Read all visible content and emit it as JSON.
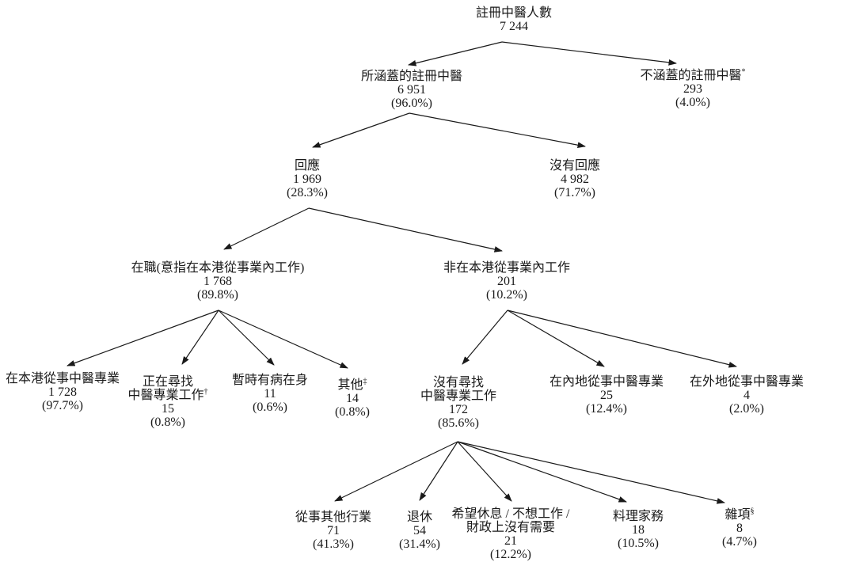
{
  "figure": {
    "background_color": "#ffffff",
    "text_color": "#1a1a1a",
    "line_color": "#1a1a1a"
  },
  "nodes": {
    "root": {
      "label": "註冊中醫人數",
      "value": "7 244"
    },
    "covered": {
      "label": "所涵蓋的註冊中醫",
      "value": "6 951",
      "percent": "(96.0%)"
    },
    "not_covered": {
      "label": "不涵蓋的註冊中醫",
      "marker": "*",
      "value": "293",
      "percent": "(4.0%)"
    },
    "responded": {
      "label": "回應",
      "value": "1 969",
      "percent": "(28.3%)"
    },
    "no_response": {
      "label": "沒有回應",
      "value": "4 982",
      "percent": "(71.7%)"
    },
    "working": {
      "label": "在職(意指在本港從事業內工作)",
      "value": "1 768",
      "percent": "(89.8%)"
    },
    "not_working_in_hk": {
      "label": "非在本港從事業內工作",
      "value": "201",
      "percent": "(10.2%)"
    },
    "practising_in_hk": {
      "label": "在本港從事中醫專業",
      "value": "1 728",
      "percent": "(97.7%)"
    },
    "seeking_work": {
      "label": "正在尋找",
      "label2": "中醫專業工作",
      "marker": "†",
      "value": "15",
      "percent": "(0.8%)"
    },
    "temporarily_ill": {
      "label": "暫時有病在身",
      "value": "11",
      "percent": "(0.6%)"
    },
    "others": {
      "label": "其他",
      "marker": "‡",
      "value": "14",
      "percent": "(0.8%)"
    },
    "not_seeking_work": {
      "label": "沒有尋找",
      "label2": "中醫專業工作",
      "value": "172",
      "percent": "(85.6%)"
    },
    "practising_mainland": {
      "label": "在內地從事中醫專業",
      "value": "25",
      "percent": "(12.4%)"
    },
    "practising_overseas": {
      "label": "在外地從事中醫專業",
      "value": "4",
      "percent": "(2.0%)"
    },
    "other_industry": {
      "label": "從事其他行業",
      "value": "71",
      "percent": "(41.3%)"
    },
    "retired": {
      "label": "退休",
      "value": "54",
      "percent": "(31.4%)"
    },
    "wish_to_rest": {
      "label": "希望休息 / 不想工作 /",
      "label2": "財政上沒有需要",
      "value": "21",
      "percent": "(12.2%)"
    },
    "housework": {
      "label": "料理家務",
      "value": "18",
      "percent": "(10.5%)"
    },
    "miscellaneous": {
      "label": "雜項",
      "marker": "§",
      "value": "8",
      "percent": "(4.7%)"
    }
  },
  "edges": [
    {
      "from": "root",
      "to": "covered"
    },
    {
      "from": "root",
      "to": "not_covered"
    },
    {
      "from": "covered",
      "to": "responded"
    },
    {
      "from": "covered",
      "to": "no_response"
    },
    {
      "from": "responded",
      "to": "working"
    },
    {
      "from": "responded",
      "to": "not_working_in_hk"
    },
    {
      "from": "working",
      "to": "practising_in_hk"
    },
    {
      "from": "working",
      "to": "seeking_work"
    },
    {
      "from": "working",
      "to": "temporarily_ill"
    },
    {
      "from": "working",
      "to": "others"
    },
    {
      "from": "not_working_in_hk",
      "to": "not_seeking_work"
    },
    {
      "from": "not_working_in_hk",
      "to": "practising_mainland"
    },
    {
      "from": "not_working_in_hk",
      "to": "practising_overseas"
    },
    {
      "from": "not_seeking_work",
      "to": "other_industry"
    },
    {
      "from": "not_seeking_work",
      "to": "retired"
    },
    {
      "from": "not_seeking_work",
      "to": "wish_to_rest"
    },
    {
      "from": "not_seeking_work",
      "to": "housework"
    },
    {
      "from": "not_seeking_work",
      "to": "miscellaneous"
    }
  ]
}
